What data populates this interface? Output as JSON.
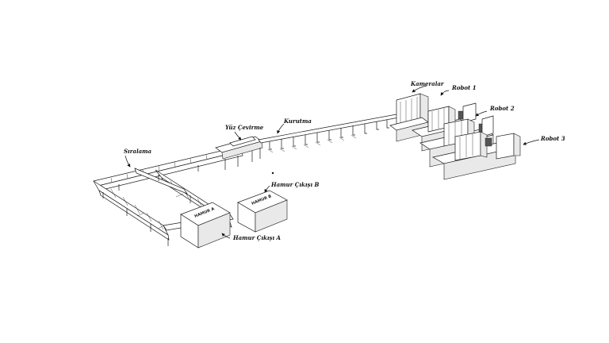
{
  "labels": {
    "siralama": "Sıralama",
    "yuz_cevirme": "Yüz Çevirme",
    "kurutma": "Kurutma",
    "kameralar": "Kameralar",
    "robot1": "Robot 1",
    "robot2": "Robot 2",
    "robot3": "Robot 3",
    "hamur_b": "Hamur Çıkışı B",
    "hamur_a": "Hamur Çıkışı A"
  }
}
